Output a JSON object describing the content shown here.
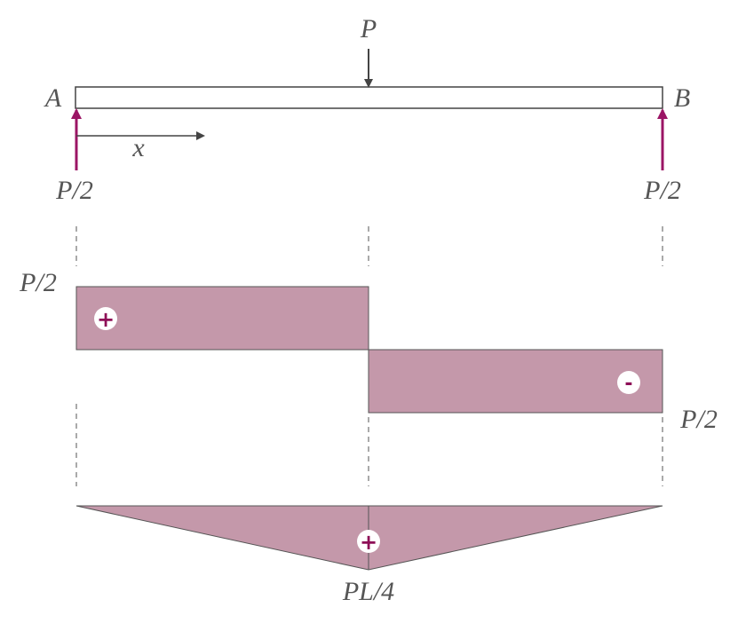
{
  "beam": {
    "force_label": "P",
    "support_left": "A",
    "support_right": "B",
    "coordinate": "x",
    "reaction_left": "P/2",
    "reaction_right": "P/2"
  },
  "shear": {
    "top_value": "P/2",
    "bottom_value": "P/2",
    "positive_sign": "+",
    "negative_sign": "-"
  },
  "moment": {
    "max_value": "PL/4",
    "positive_sign": "+"
  },
  "colors": {
    "diagram_fill": "#c498aa",
    "reaction_arrow": "#9b1565",
    "line": "#555555",
    "sign_mark": "#8e0f57"
  }
}
